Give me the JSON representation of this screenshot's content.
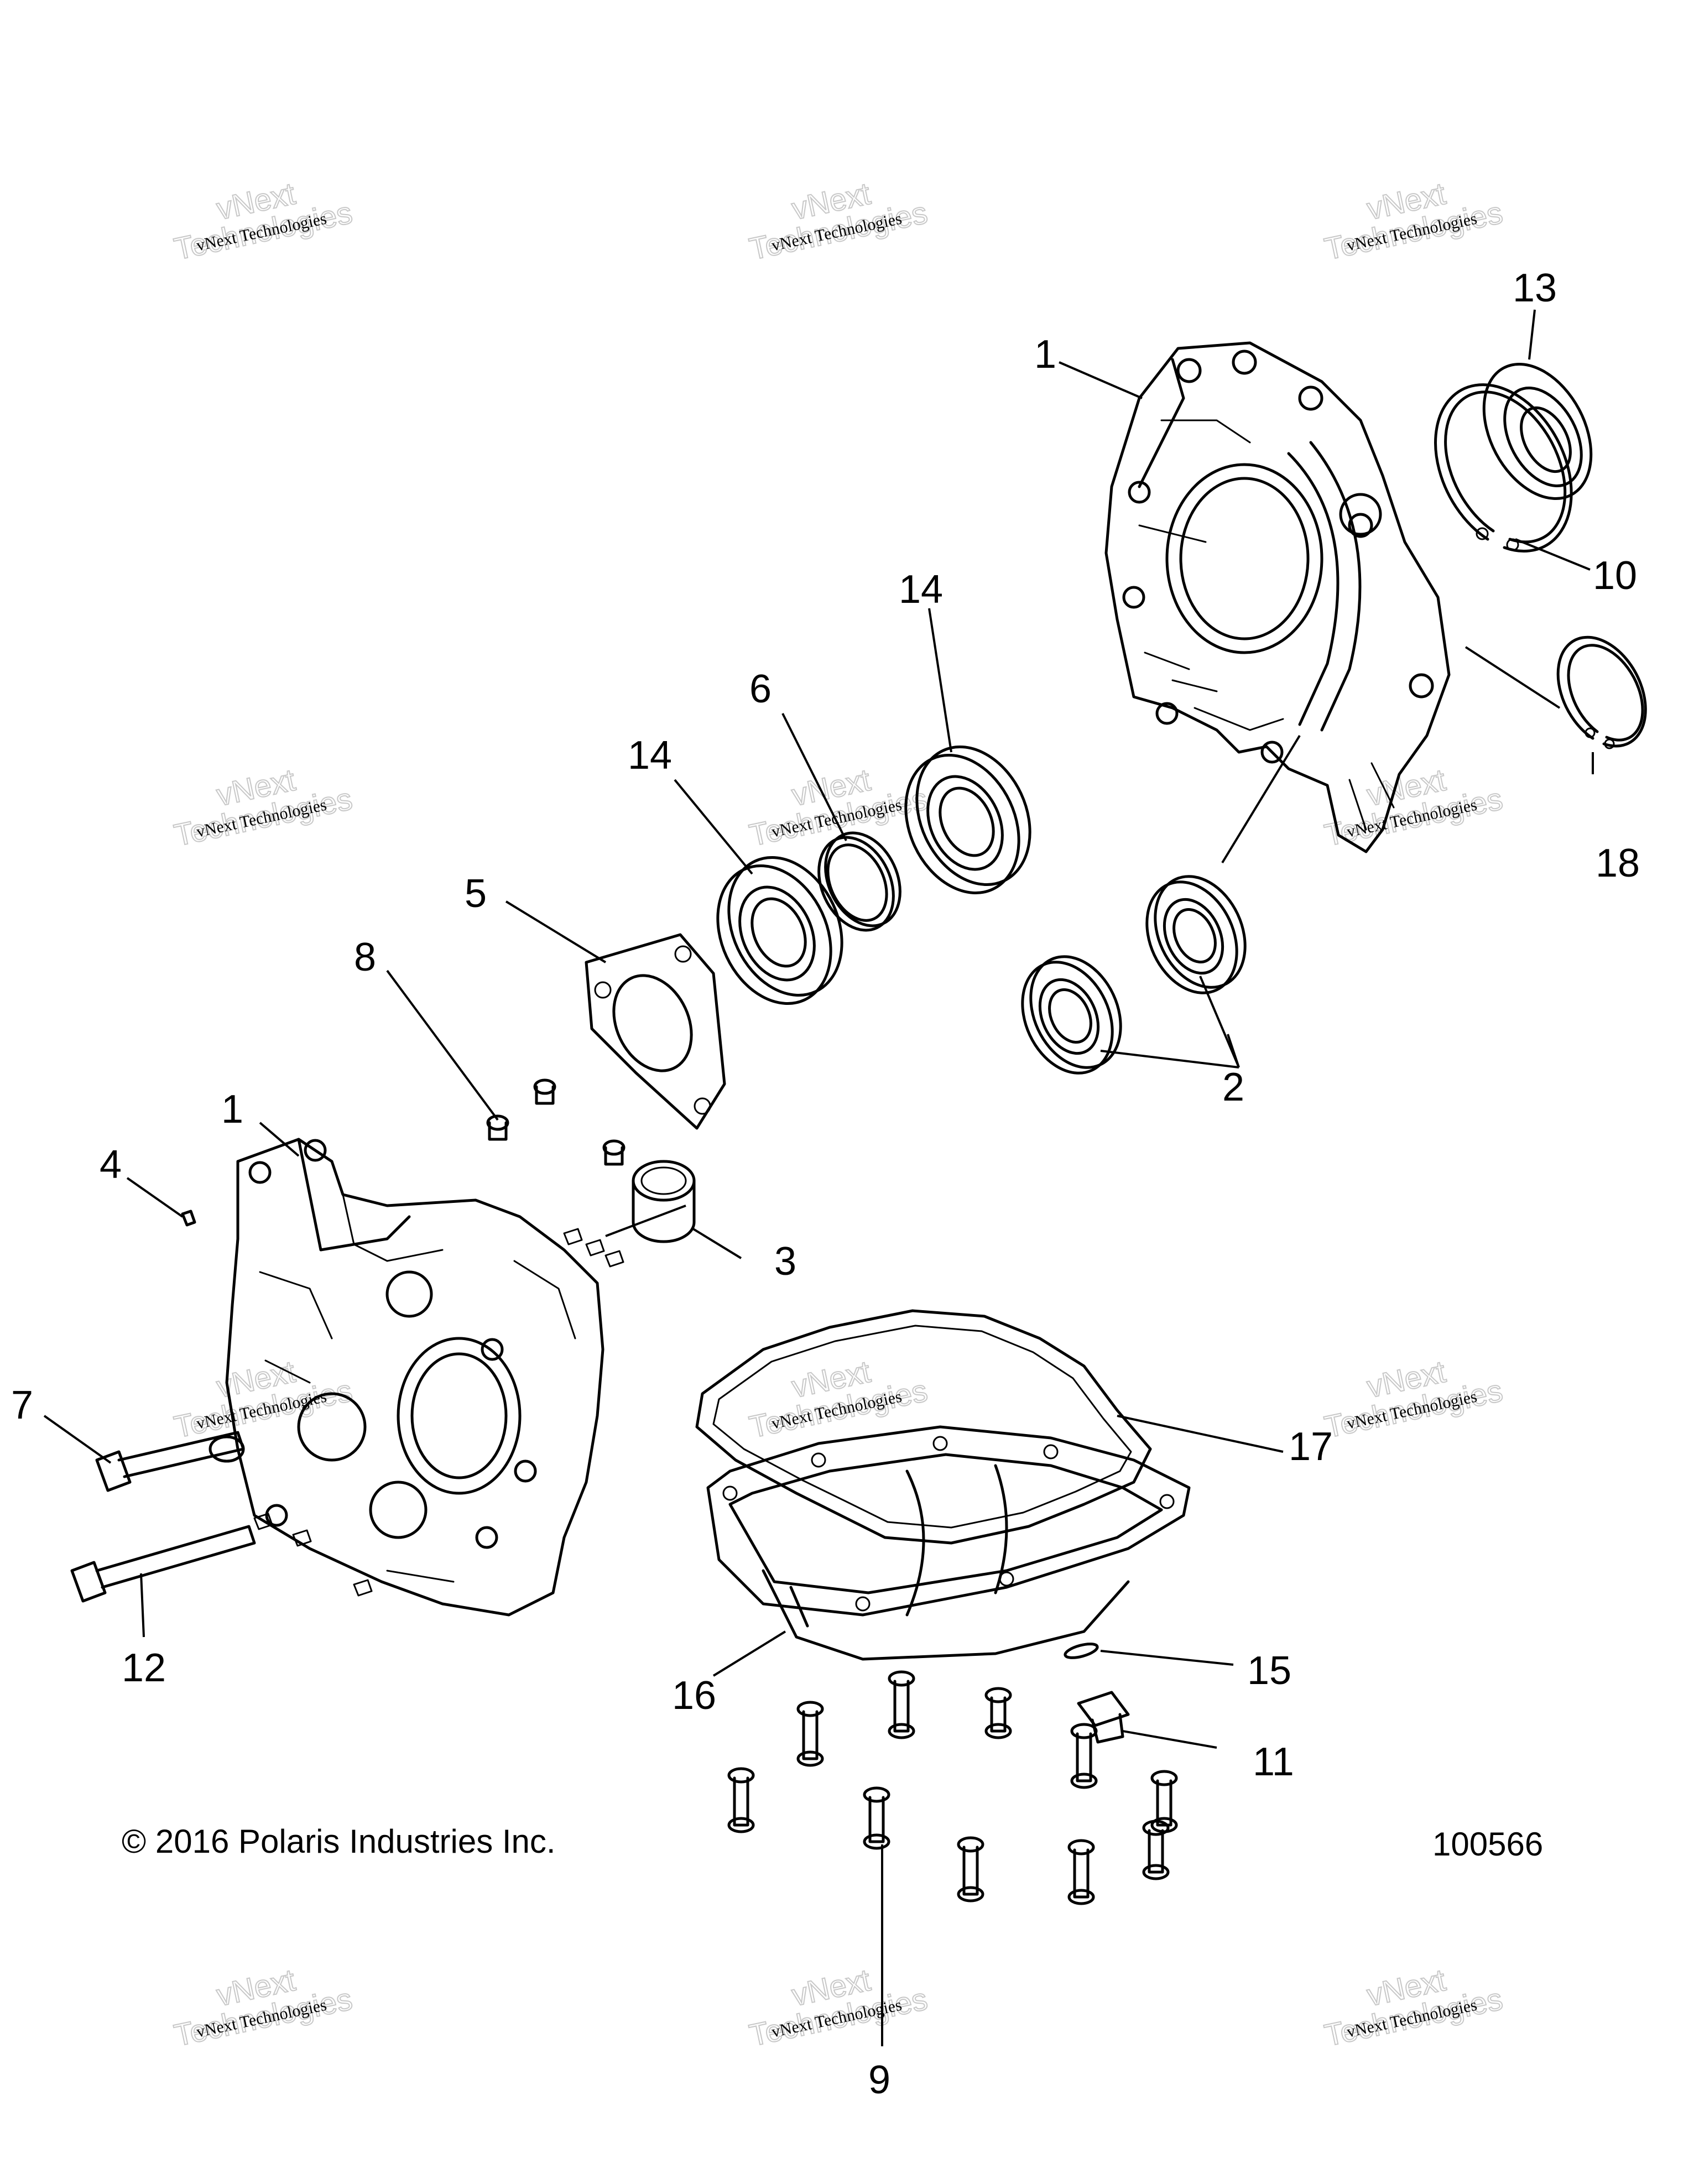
{
  "diagram": {
    "callouts": {
      "c1a": "1",
      "c1b": "1",
      "c2": "2",
      "c3": "3",
      "c4": "4",
      "c5": "5",
      "c6": "6",
      "c7": "7",
      "c8": "8",
      "c9": "9",
      "c10": "10",
      "c11": "11",
      "c12": "12",
      "c13": "13",
      "c14a": "14",
      "c14b": "14",
      "c15": "15",
      "c16": "16",
      "c17": "17",
      "c18": "18"
    },
    "copyright": "© 2016 Polaris Industries Inc.",
    "figure_number": "100566",
    "watermark": {
      "line1": "vNext Technologies",
      "line2": "vNext",
      "line3": "Technologies"
    }
  }
}
